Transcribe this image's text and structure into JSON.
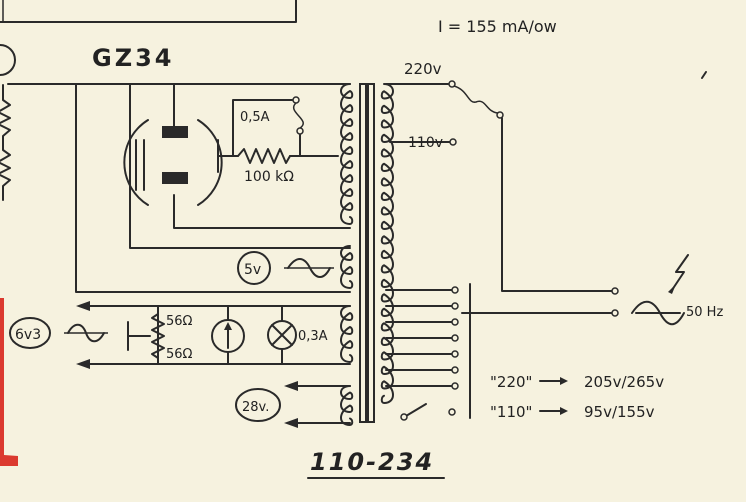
{
  "diagram": {
    "tube": "GZ34",
    "current_rating": "I = 155 mA/ow",
    "primary_220": "220v",
    "primary_110": "110v",
    "fuse_rating": "0,5A",
    "resistor_value": "100 kΩ",
    "heater_5v": "5v",
    "heater_6v3": "6v3",
    "resistor_56_top": "56Ω",
    "resistor_56_bottom": "56Ω",
    "lamp_rating": "0,3A",
    "output_28v": "28v.",
    "mains_freq": "50 Hz",
    "tap_220_label": "\"220\"",
    "tap_220_range": "205v/265v",
    "tap_110_label": "\"110\"",
    "tap_110_range": "95v/155v",
    "transformer_ref": "110-234"
  },
  "colors": {
    "paper": "#f6f2df",
    "ink": "#2a2a2a",
    "red_mark": "#d8261c"
  }
}
